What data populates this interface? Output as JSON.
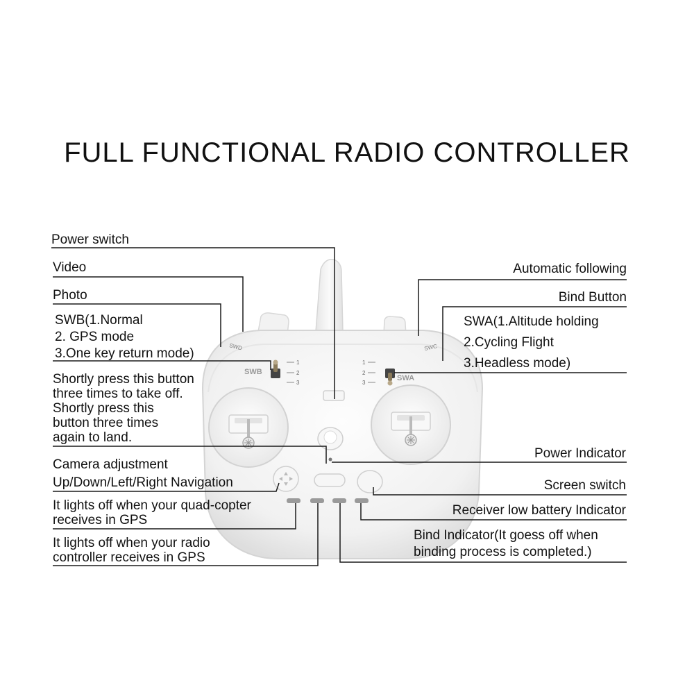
{
  "title": "FULL FUNCTIONAL RADIO CONTROLLER",
  "controller": {
    "switch_labels": {
      "swd": "SWD",
      "swc": "SWC",
      "swb": "SWB",
      "swa": "SWA",
      "pos1": "1",
      "pos2": "2",
      "pos3": "3"
    }
  },
  "callouts": {
    "power_switch": "Power switch",
    "video": "Video",
    "photo": "Photo",
    "swb_lines": [
      "SWB(1.Normal",
      "2. GPS mode",
      "3.One key return mode)"
    ],
    "takeoff_lines": [
      "Shortly press this button",
      "three times to take off.",
      "Shortly press this",
      "button three times",
      "again to land."
    ],
    "camera_lines": [
      "Camera adjustment",
      "Up/Down/Left/Right Navigation"
    ],
    "quad_gps_lines": [
      "It lights off when your quad-copter",
      "receives in GPS"
    ],
    "radio_gps_lines": [
      "It lights off when your radio",
      "controller receives in GPS"
    ],
    "automatic_following": "Automatic following",
    "bind_button": "Bind Button",
    "swa_lines": [
      "SWA(1.Altitude holding",
      "2.Cycling Flight",
      "3.Headless mode)"
    ],
    "power_indicator": "Power Indicator",
    "screen_switch": "Screen switch",
    "receiver_battery": "Receiver low battery Indicator",
    "bind_indicator_lines": [
      "Bind Indicator(It goess off when",
      "binding process is completed.)"
    ]
  },
  "colors": {
    "line": "#1a1a1a",
    "body": "#f3f3f3",
    "shadow": "#d8d8d8",
    "led": "#9a9a9a"
  }
}
